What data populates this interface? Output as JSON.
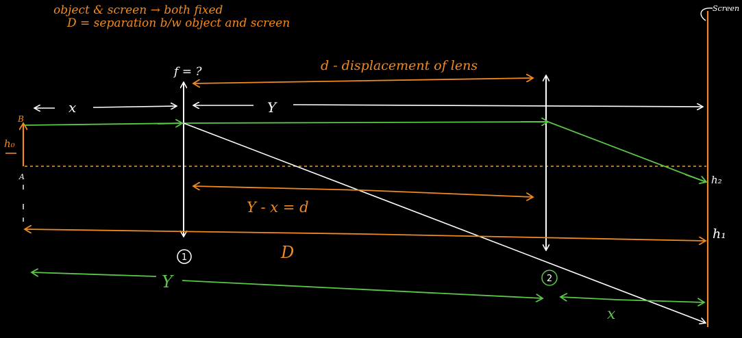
{
  "colors": {
    "background": "#000000",
    "orange": "#f28a1f",
    "white": "#ffffff",
    "green": "#5cc74a",
    "dashed": "#f0a030"
  },
  "notes": {
    "line1": "object & screen → both fixed",
    "line2": "D = separation b/w object and screen"
  },
  "labels": {
    "screen": "Screen",
    "focal": "f = ?",
    "displacement": "d - displacement of lens",
    "x_top": "x",
    "y_top": "Y",
    "y_minus_x": "Y - x = d",
    "D": "D",
    "position1": "1",
    "position2": "2",
    "y_bottom": "Y",
    "x_bottom": "x",
    "point_b": "B",
    "point_a": "A",
    "h0": "h₀",
    "h1": "h₁",
    "h2": "h₂"
  }
}
